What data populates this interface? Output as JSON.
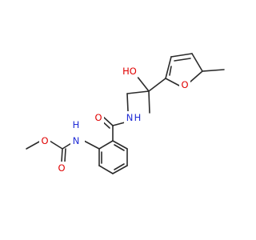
{
  "molecule": {
    "atoms": {
      "hydroxyl_o": {
        "text": "HO",
        "element": "O"
      },
      "furan_o": {
        "text": "O",
        "element": "O"
      },
      "amide_o": {
        "text": "O",
        "element": "O"
      },
      "amide_n": {
        "text": "N",
        "element": "N"
      },
      "amide_h": {
        "text": "H",
        "element": "N"
      },
      "carbamate_n": {
        "text": "N",
        "element": "N"
      },
      "carbamate_h": {
        "text": "H",
        "element": "N"
      },
      "ester_o": {
        "text": "O",
        "element": "O"
      },
      "carbonyl_o": {
        "text": "O",
        "element": "O"
      }
    },
    "colors": {
      "bond": "#2b2b2b",
      "oxygen": "#e00000",
      "nitrogen": "#1f2bd6"
    }
  }
}
